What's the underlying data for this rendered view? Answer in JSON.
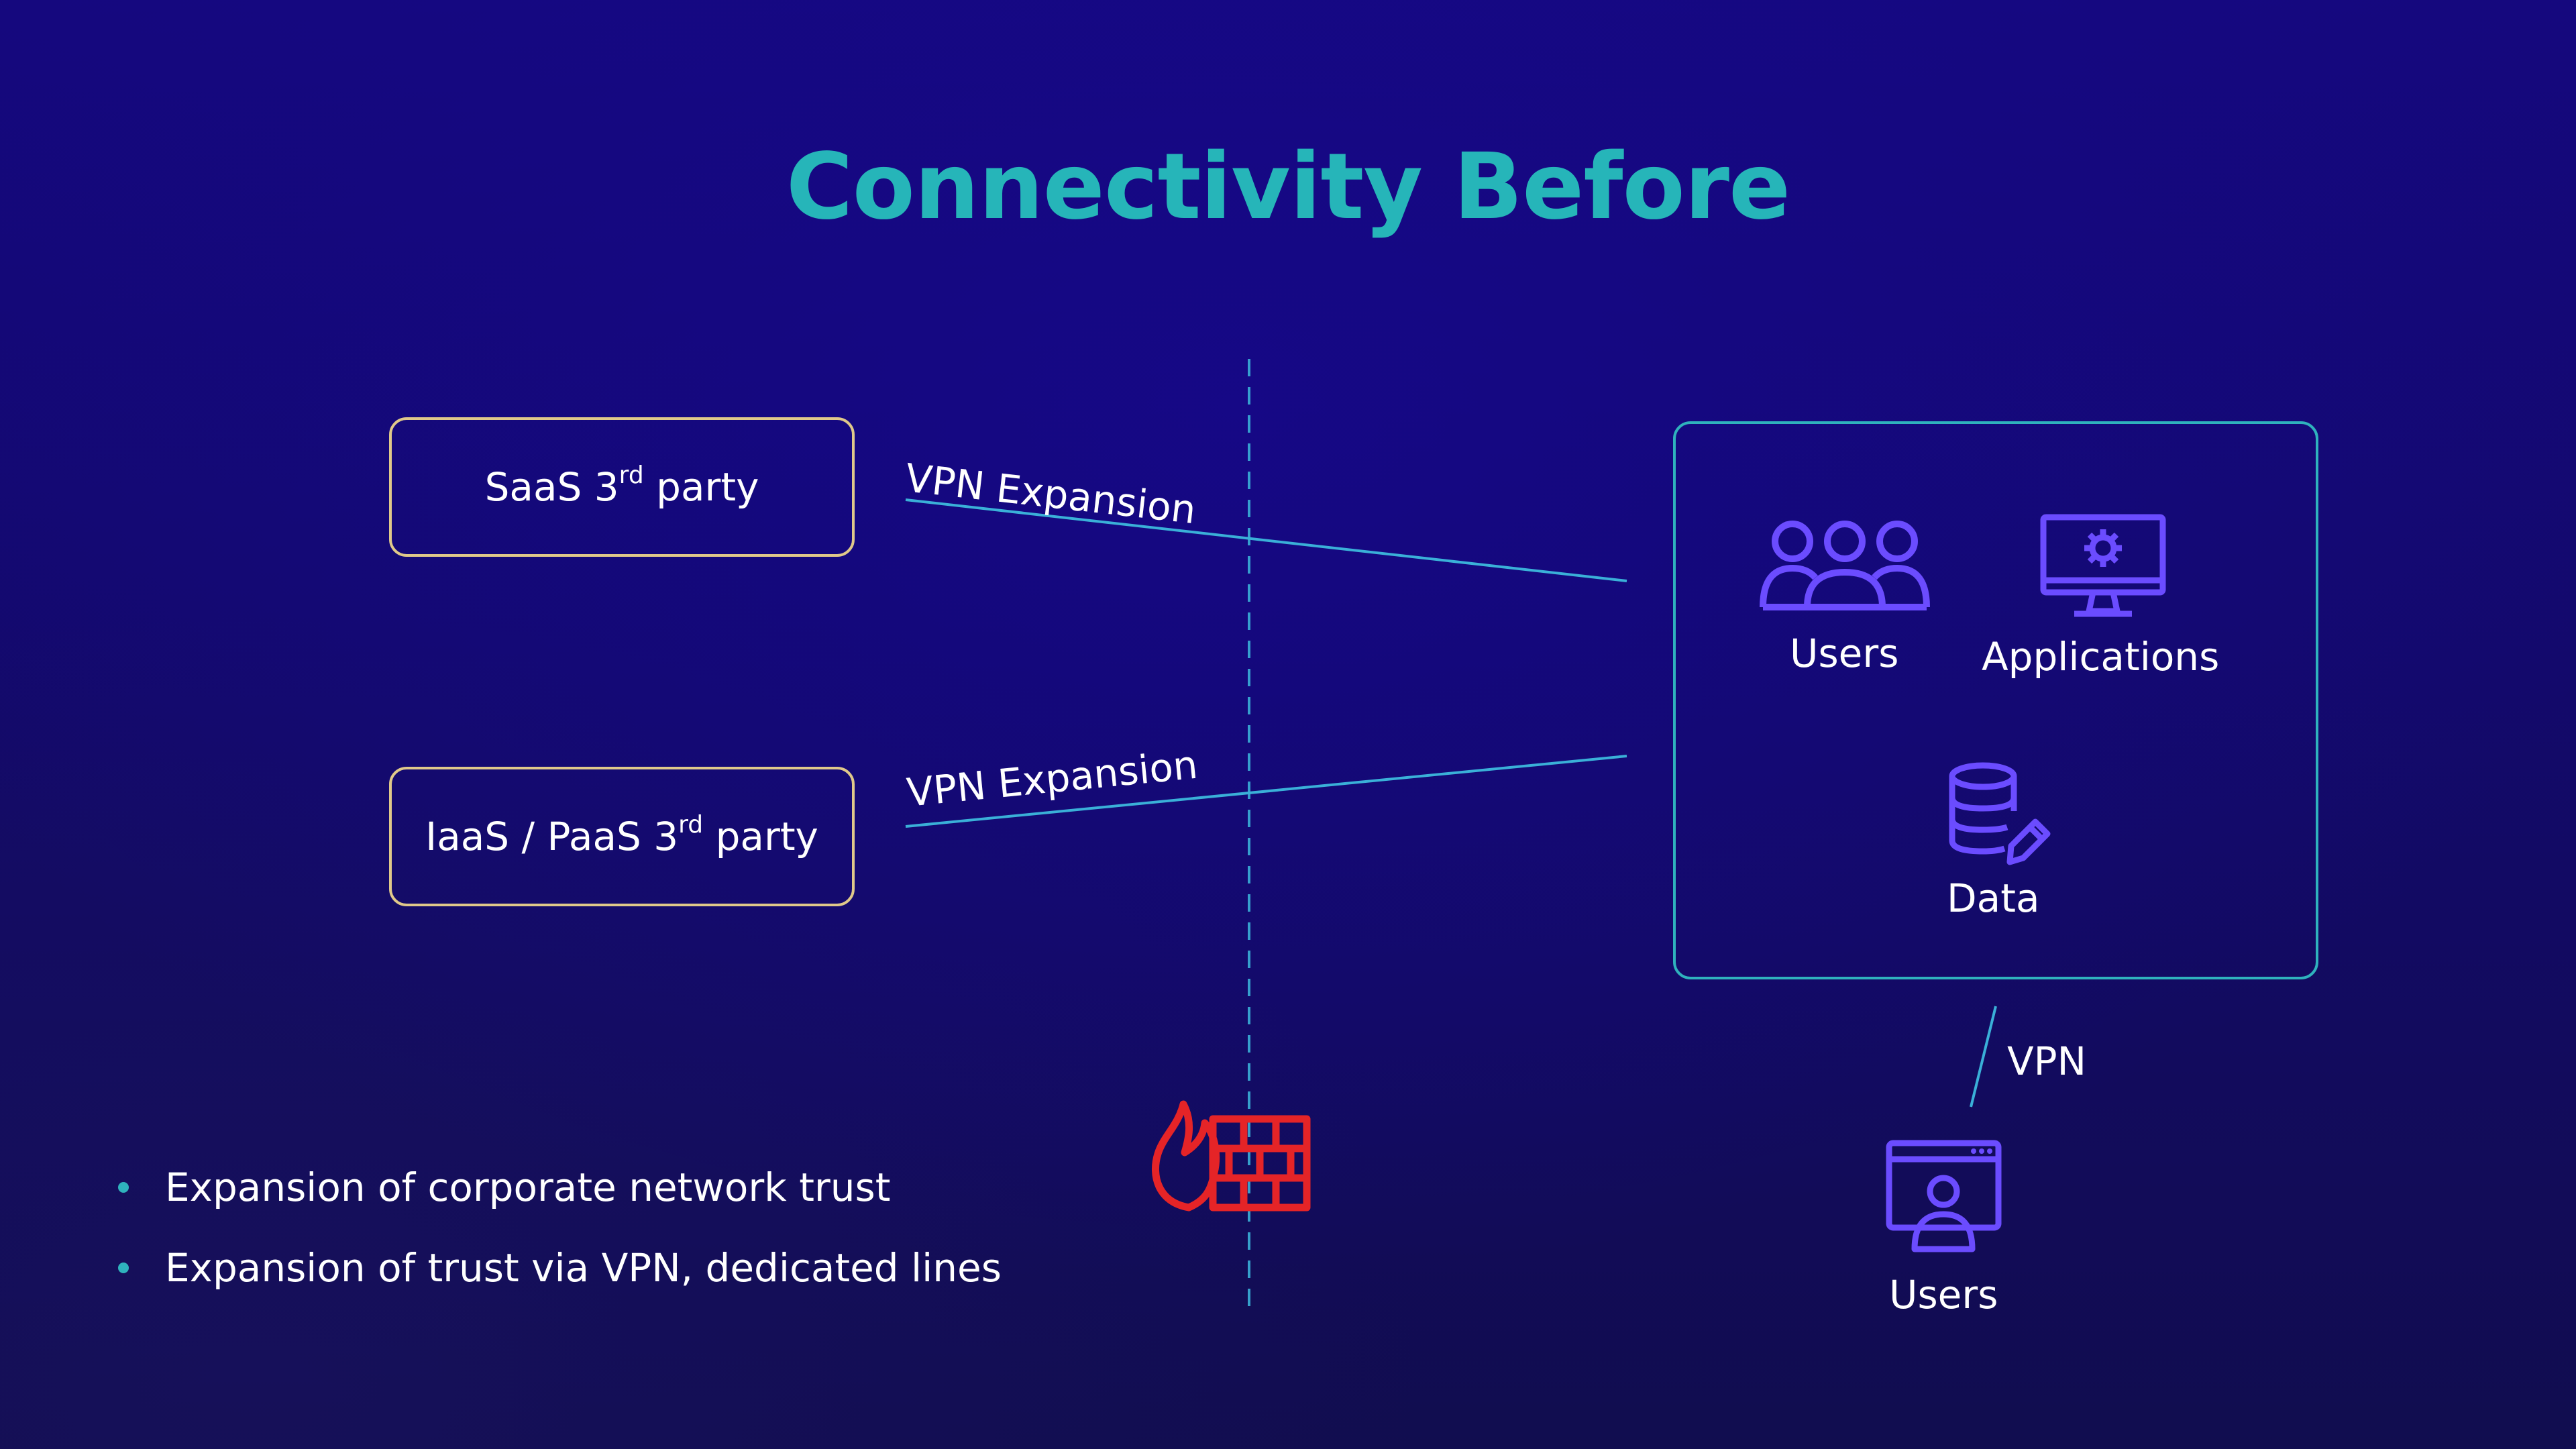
{
  "title": "Connectivity Before",
  "left_nodes": {
    "saas": {
      "label": "SaaS 3",
      "sup": "rd",
      "suffix": " party"
    },
    "iaas": {
      "label": "IaaS / PaaS 3",
      "sup": "rd",
      "suffix": " party"
    }
  },
  "connections": {
    "top": "VPN Expansion",
    "bottom": "VPN Expansion",
    "remote": "VPN"
  },
  "corporate_network": {
    "users_label": "Users",
    "applications_label": "Applications",
    "data_label": "Data"
  },
  "remote_users_label": "Users",
  "bullets": [
    "Expansion of corporate network trust",
    "Expansion of trust via VPN, dedicated lines"
  ],
  "colors": {
    "title": "#26b5b9",
    "node_border": "#e0c98a",
    "corp_border": "#2fb2bd",
    "icon_purple": "#6b4cff",
    "firewall_red": "#e52427",
    "line": "#3ab0d8"
  },
  "icons": {
    "users": "users-group-icon",
    "applications": "monitor-gear-icon",
    "data": "database-pencil-icon",
    "firewall": "firewall-flame-icon",
    "remote_users": "remote-user-window-icon"
  }
}
